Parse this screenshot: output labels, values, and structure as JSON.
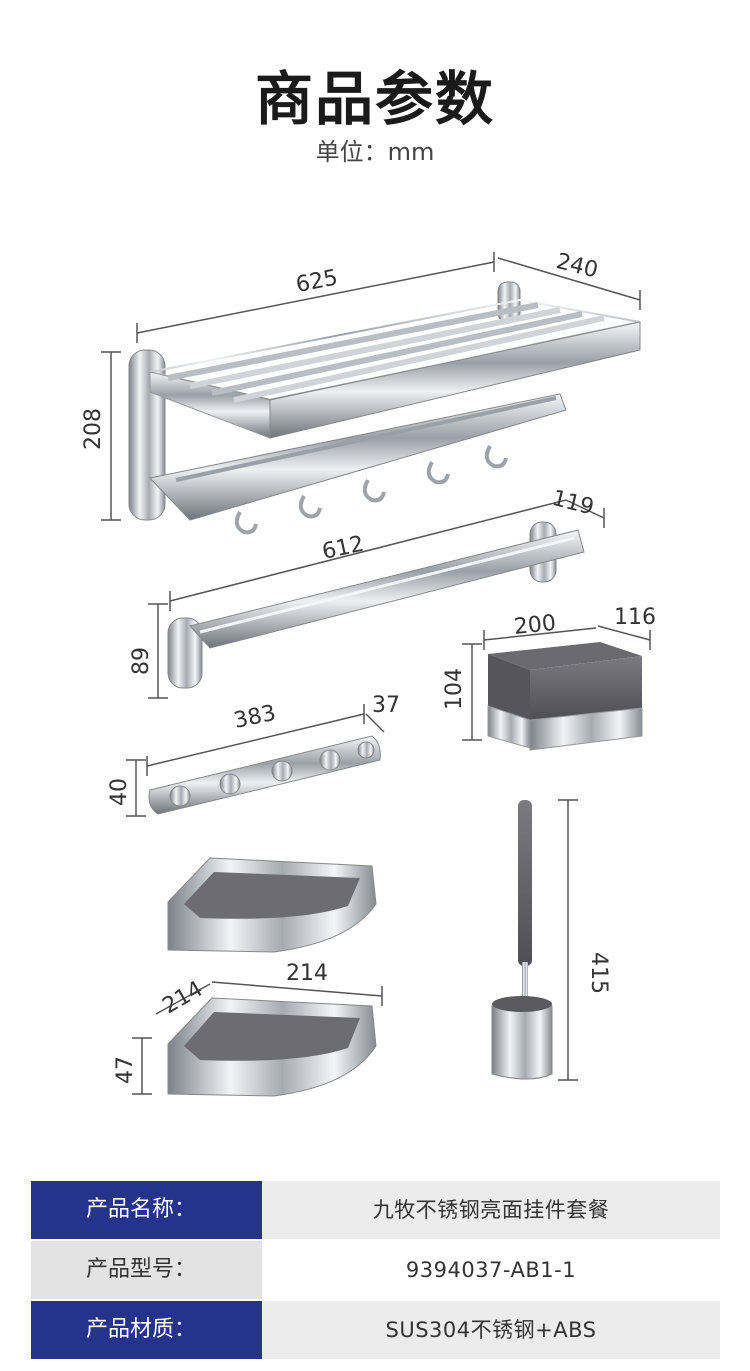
{
  "header": {
    "title": "商品参数",
    "unit": "单位：mm"
  },
  "dimensions": {
    "rack_width": "625",
    "rack_depth": "240",
    "rack_height": "208",
    "bar_width": "612",
    "bar_depth": "119",
    "bar_height": "89",
    "box_width": "200",
    "box_depth": "116",
    "box_height": "104",
    "hook_width": "383",
    "hook_depth": "37",
    "hook_height": "40",
    "basket_a": "214",
    "basket_b": "214",
    "basket_height": "47",
    "brush_height": "415"
  },
  "specs": [
    {
      "label": "产品名称：",
      "value": "九牧不锈钢亮面挂件套餐"
    },
    {
      "label": "产品型号：",
      "value": "9394037-AB1-1"
    },
    {
      "label": "产品材质：",
      "value": "SUS304不锈钢+ABS"
    }
  ],
  "colors": {
    "table_accent": "#25338c",
    "chrome": "#c8ccd2",
    "grey_plastic": "#5f5f64"
  }
}
